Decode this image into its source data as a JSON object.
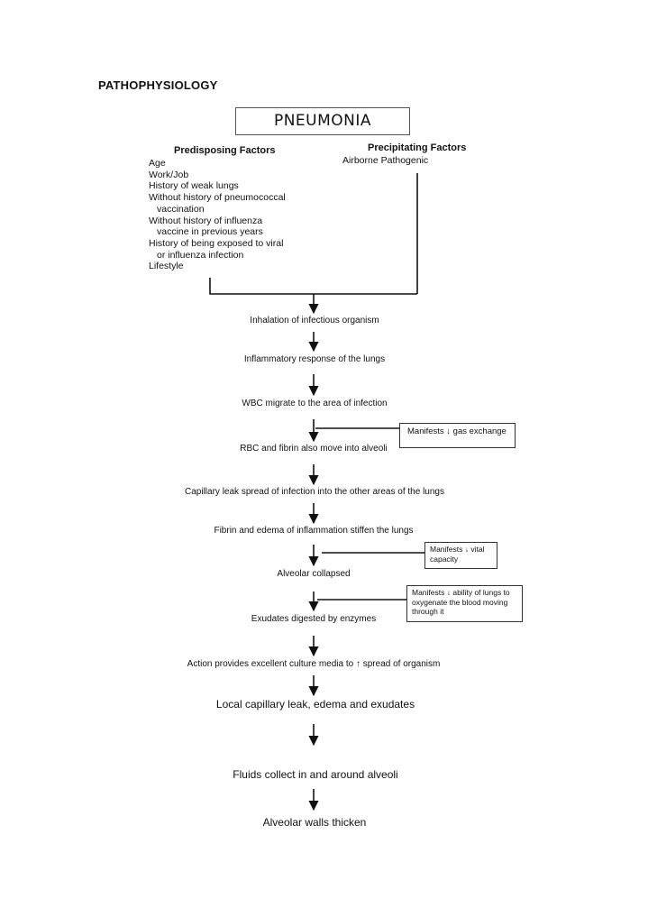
{
  "heading": "PATHOPHYSIOLOGY",
  "title": "PNEUMONIA",
  "predisposing": {
    "heading": "Predisposing Factors",
    "items": [
      "Age",
      "Work/Job",
      "History of weak lungs",
      "Without history of pneumococcal",
      "vaccination",
      "Without history of influenza",
      "vaccine in previous years",
      "History of being exposed to viral",
      "or influenza infection",
      "Lifestyle"
    ]
  },
  "precipitating": {
    "heading": "Precipitating Factors",
    "items": [
      "Airborne Pathogenic"
    ]
  },
  "steps": [
    "Inhalation of infectious organism",
    "Inflammatory response of the lungs",
    "WBC migrate to the area of infection",
    "RBC and fibrin also move into alveoli",
    "Capillary leak spread of infection into the other areas of the lungs",
    "Fibrin and edema of inflammation stiffen the lungs",
    "Alveolar collapsed",
    "Exudates digested by enzymes",
    "Action provides excellent culture media to ↑ spread of organism",
    "Local capillary leak, edema and exudates",
    "Fluids collect in and around alveoli",
    "Alveolar walls thicken"
  ],
  "manifestations": [
    "Manifests ↓ gas exchange",
    "Manifests ↓ vital capacity",
    "Manifests ↓ ability of lungs to oxygenate the blood moving through it"
  ]
}
